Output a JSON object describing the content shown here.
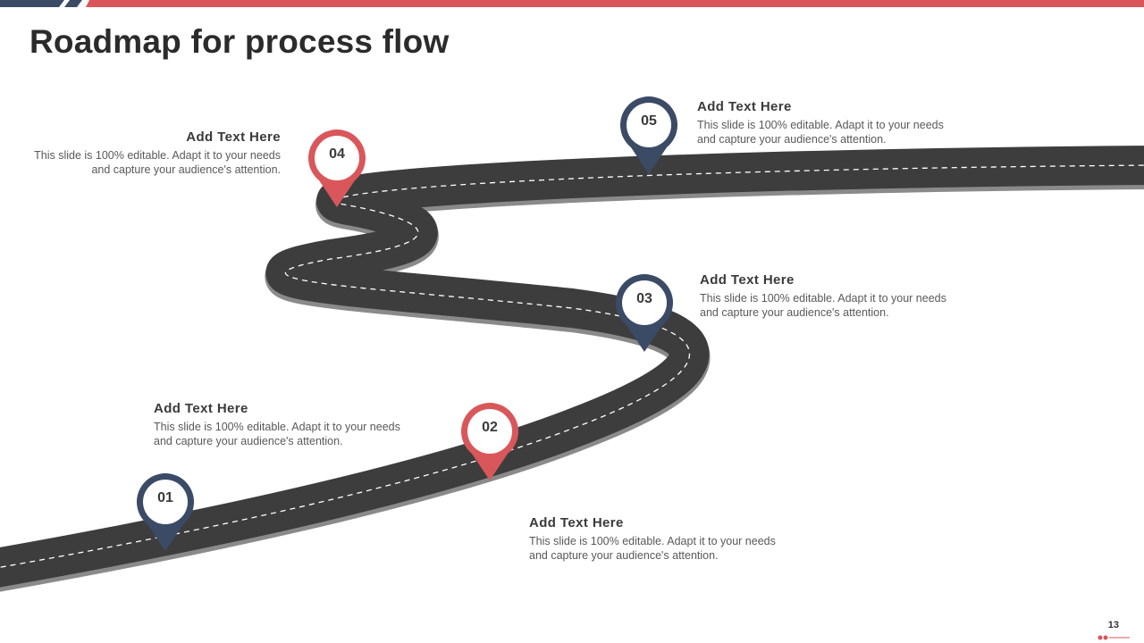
{
  "slide": {
    "title": "Roadmap for process flow",
    "page_number": "13",
    "colors": {
      "accent_red": "#d9575a",
      "accent_navy": "#3b4b66",
      "road": "#3d3d3d"
    }
  },
  "milestones": [
    {
      "number": "01",
      "color": "navy",
      "heading": "Add Text Here",
      "text": "This slide is 100% editable. Adapt it to your needs and capture your audience's attention."
    },
    {
      "number": "02",
      "color": "red",
      "heading": "Add Text Here",
      "text": "This slide is 100% editable. Adapt it to your needs and capture your audience's attention."
    },
    {
      "number": "03",
      "color": "navy",
      "heading": "Add Text Here",
      "text": "This slide is 100% editable. Adapt it to your needs and capture your audience's attention."
    },
    {
      "number": "04",
      "color": "red",
      "heading": "Add Text Here",
      "text": "This slide is 100% editable. Adapt it to your needs and capture your audience's attention."
    },
    {
      "number": "05",
      "color": "navy",
      "heading": "Add Text Here",
      "text": "This slide is 100% editable. Adapt it to your needs and capture your audience's attention."
    }
  ]
}
